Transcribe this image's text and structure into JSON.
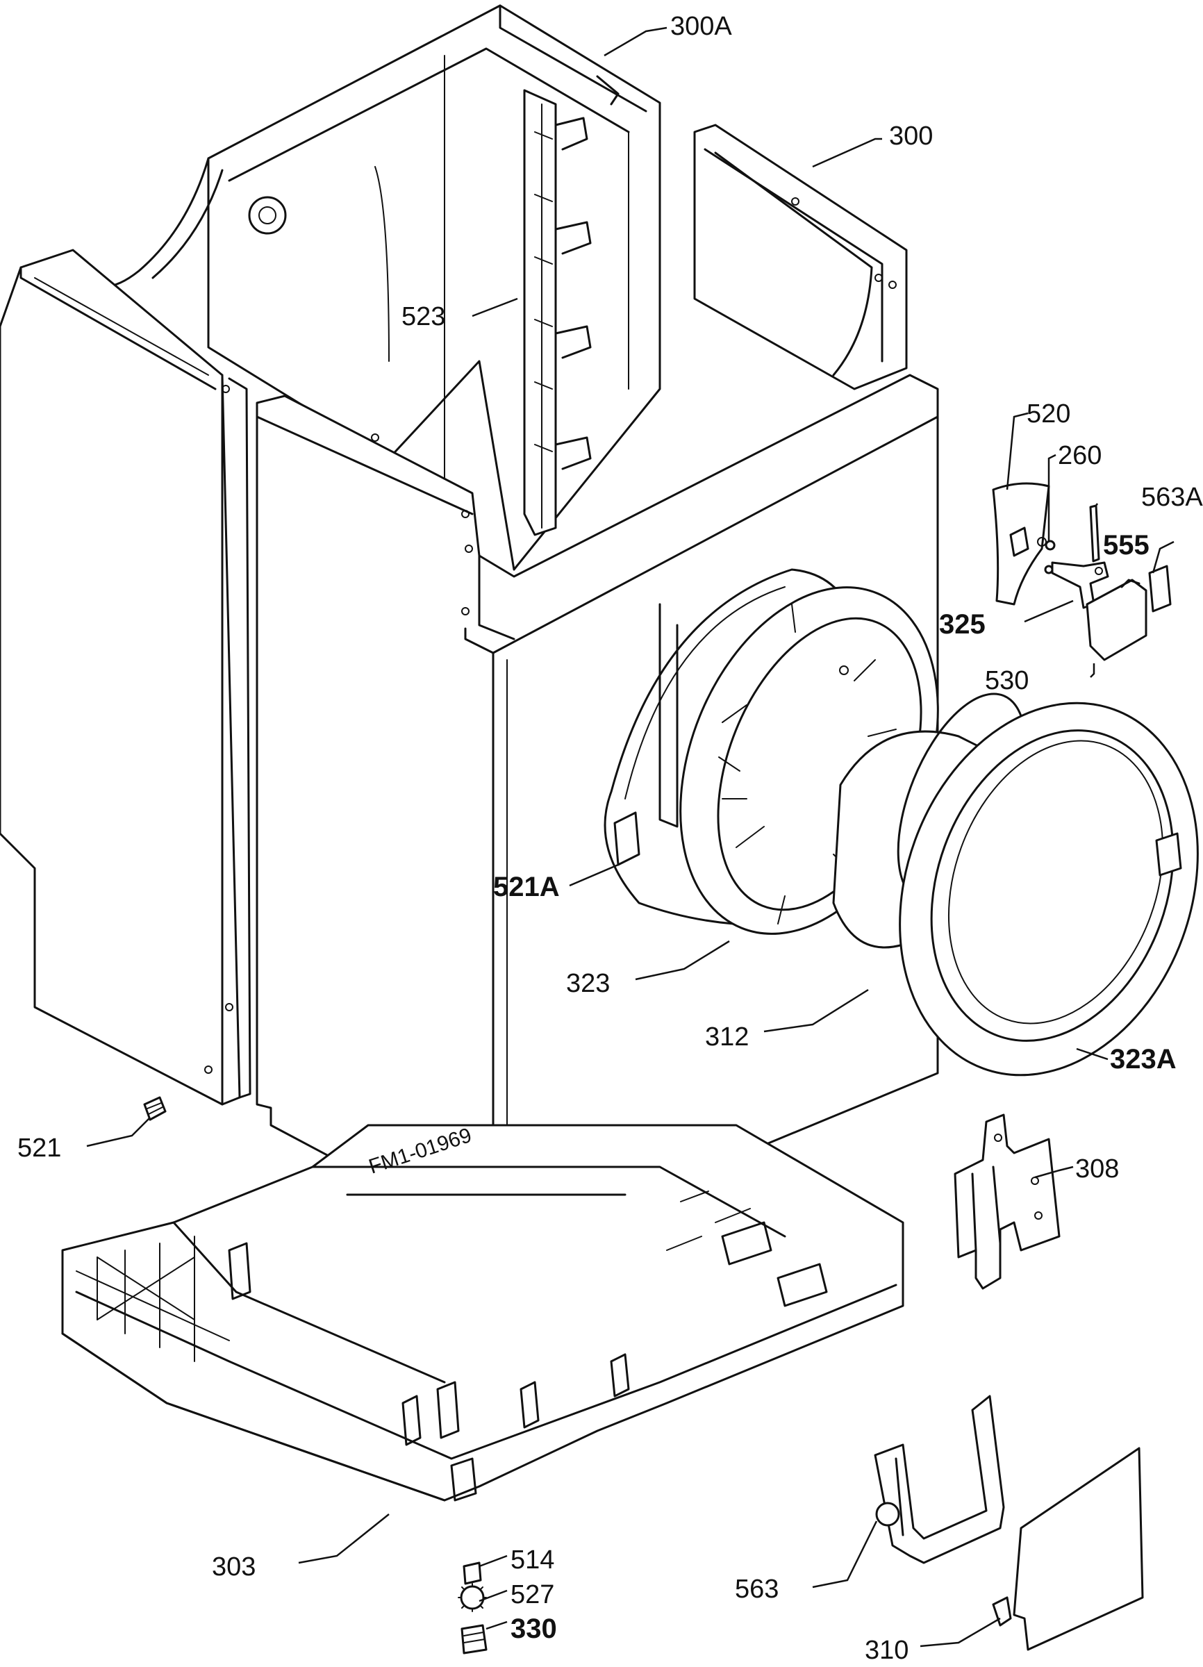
{
  "diagram": {
    "stamp": "FM1-01969",
    "labels": {
      "l300a": "300A",
      "l300": "300",
      "l523": "523",
      "l520": "520",
      "l260": "260",
      "l563a": "563A",
      "l555": "555",
      "l325": "325",
      "l530": "530",
      "l521a": "521A",
      "l323": "323",
      "l312": "312",
      "l323a": "323A",
      "l521": "521",
      "l308": "308",
      "l303": "303",
      "l514": "514",
      "l527": "527",
      "l330": "330",
      "l563": "563",
      "l310": "310"
    }
  }
}
